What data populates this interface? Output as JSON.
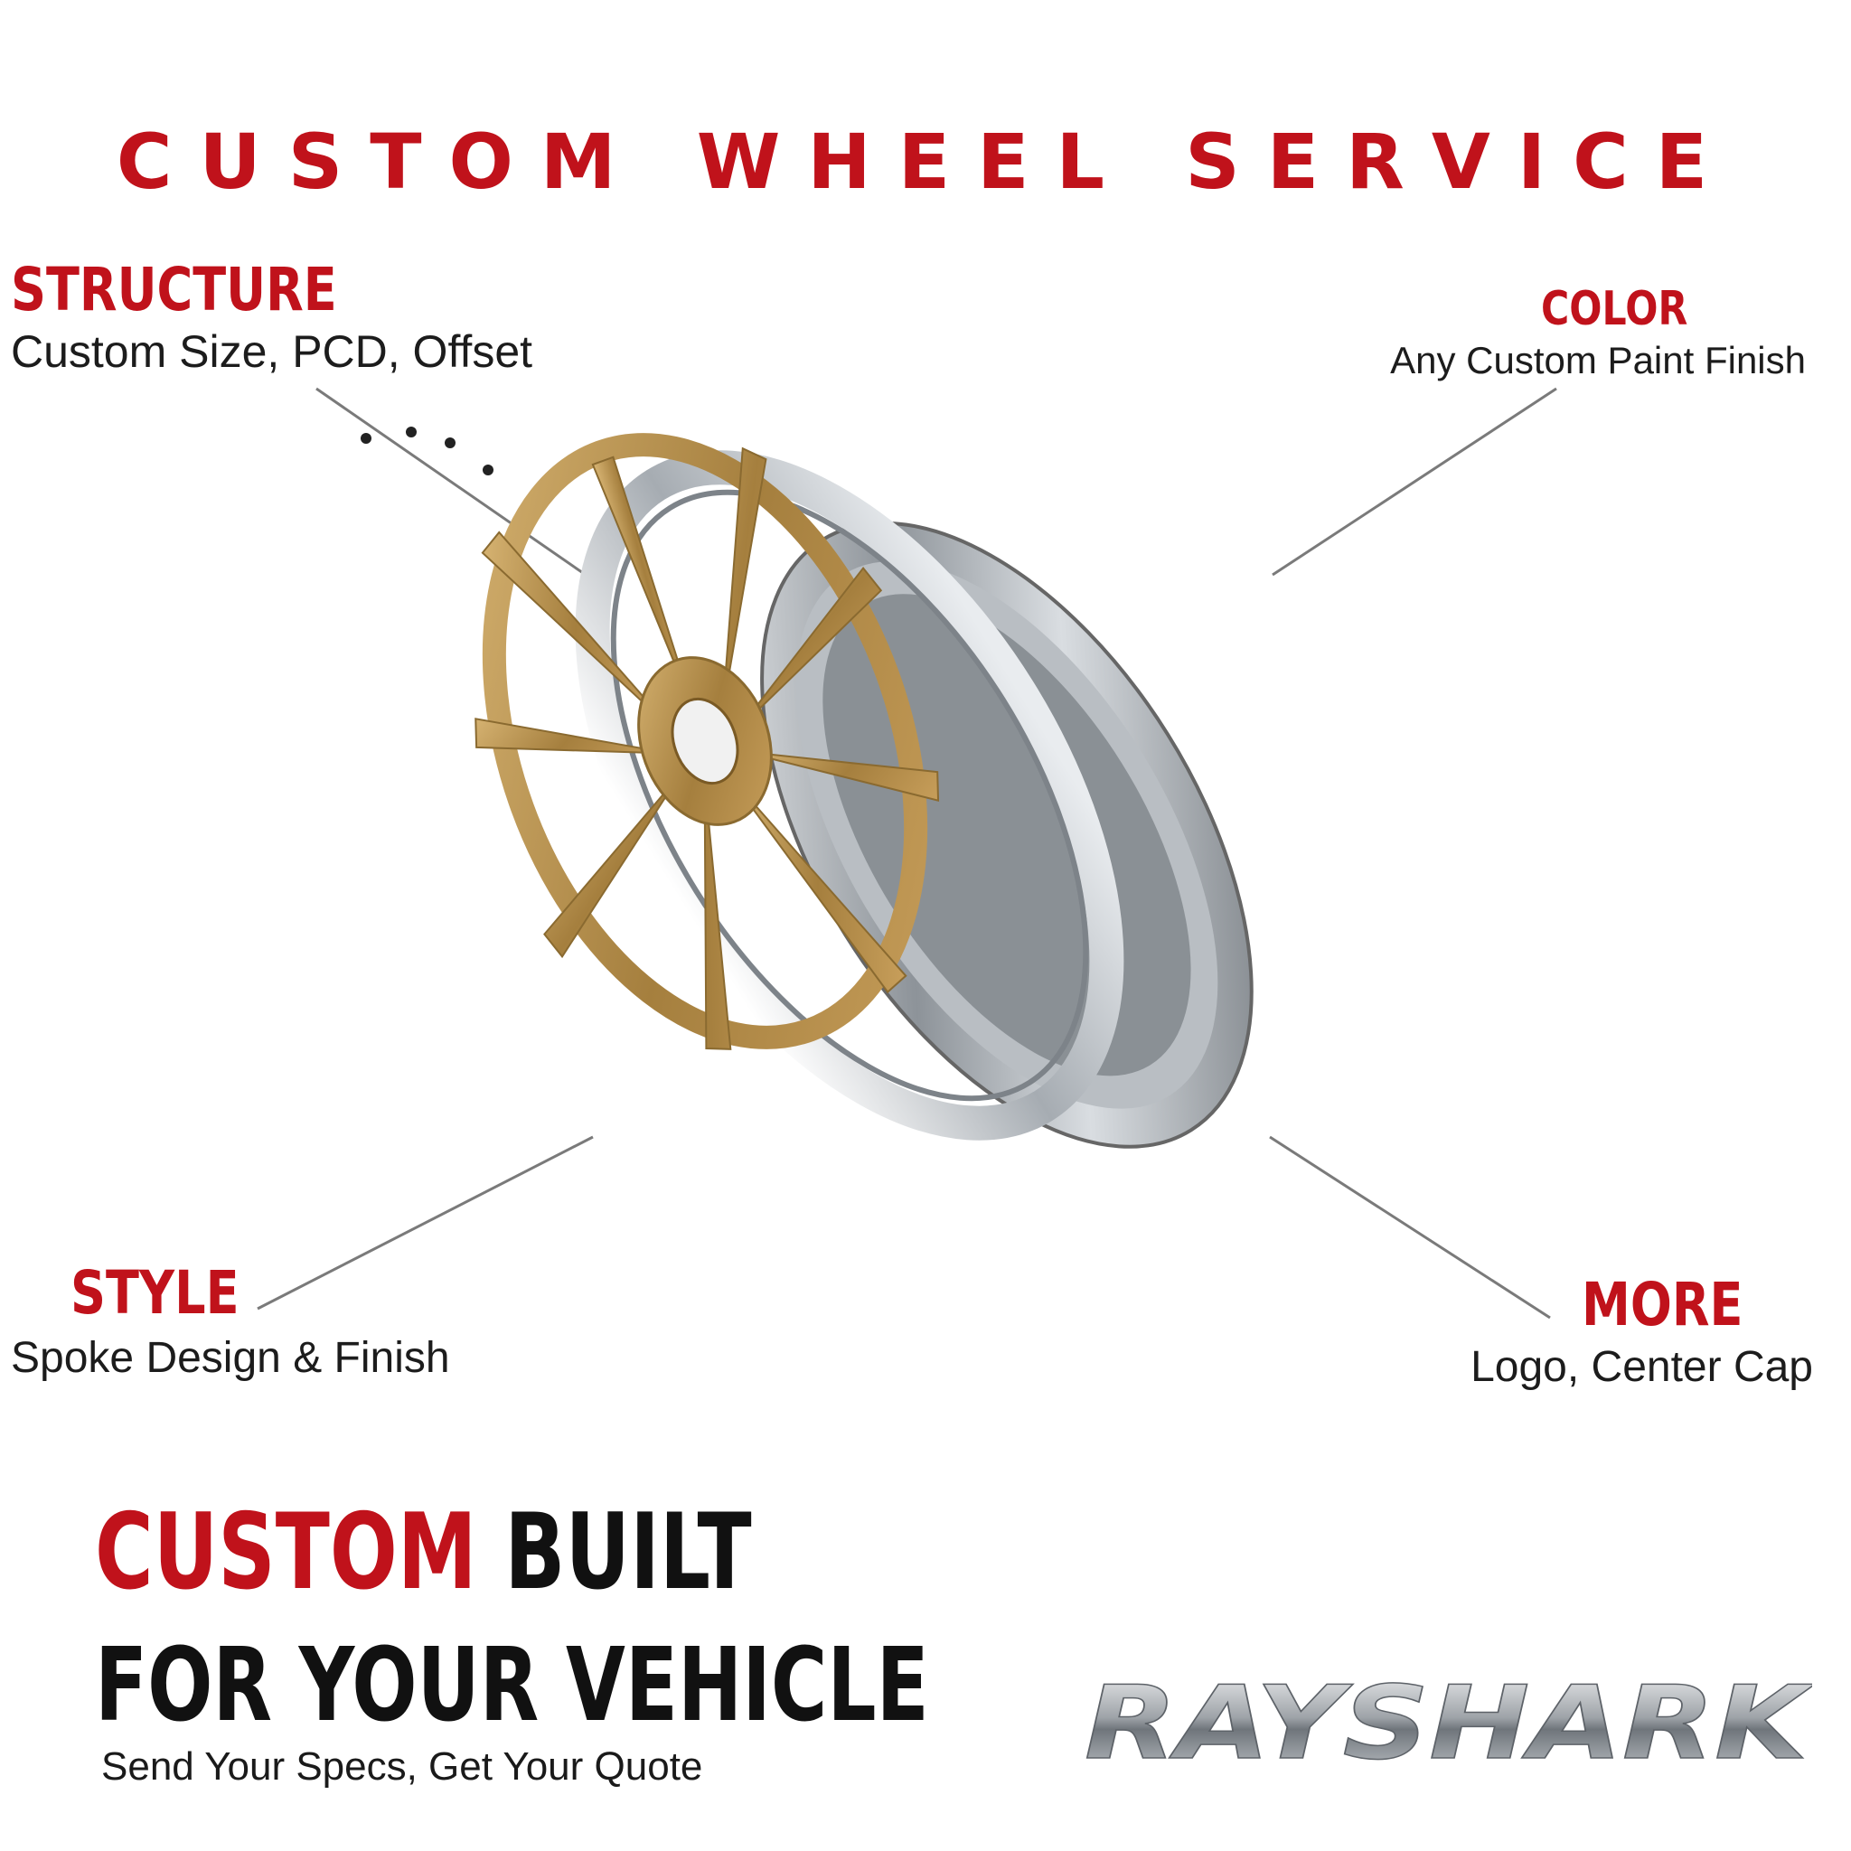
{
  "theme": {
    "accent": "#c0121b",
    "dark": "#1c1c1c",
    "gold": "#b8924f",
    "chrome": "#9aa0a6"
  },
  "title": "CUSTOM WHEEL SERVICE",
  "features": {
    "structure": {
      "heading": "STRUCTURE",
      "description": "Custom Size, PCD, Offset"
    },
    "color": {
      "heading": "COLOR",
      "description": "Any Custom Paint Finish"
    },
    "style": {
      "heading": "STYLE",
      "description": "Spoke Design & Finish"
    },
    "more": {
      "heading": "MORE",
      "description": "Logo, Center Cap"
    }
  },
  "headline": {
    "line1_red": "CUSTOM",
    "line1_black": " BUILT",
    "line2": "FOR YOUR VEHICLE",
    "tagline": "Send Your Specs, Get Your Quote"
  },
  "brand": {
    "name": "RAYSHARK"
  },
  "icons": {
    "product": "exploded-wheel-illustration"
  }
}
